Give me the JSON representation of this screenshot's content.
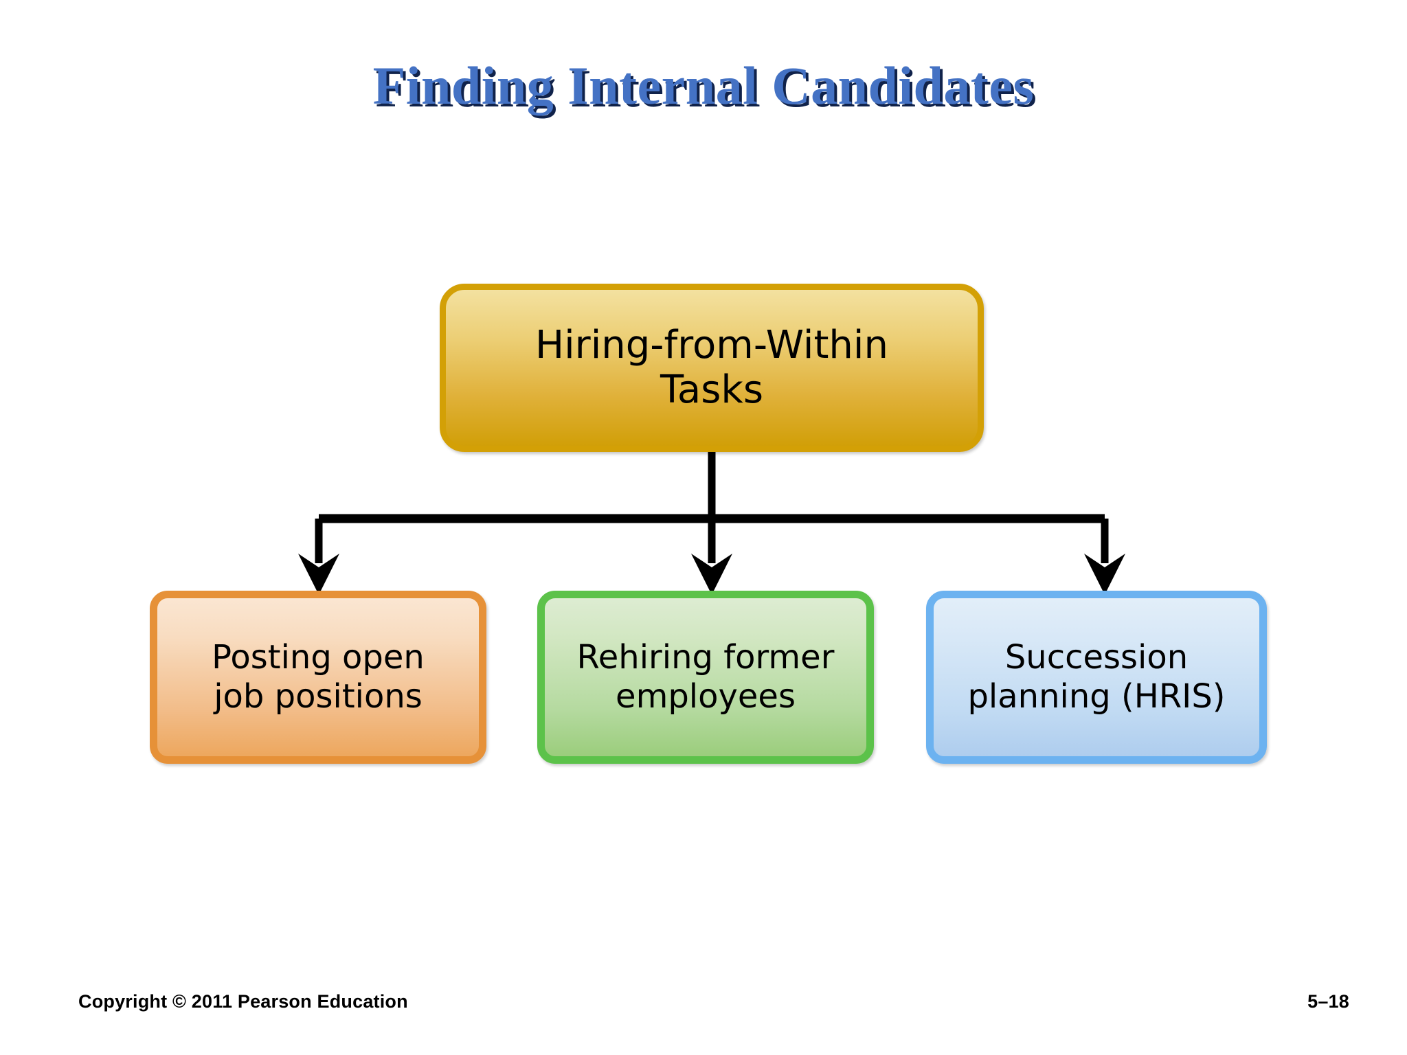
{
  "slide": {
    "title": "Finding Internal Candidates",
    "title_color": "#4472c4",
    "title_shadow_color": "#10224a",
    "background_color": "#ffffff"
  },
  "diagram": {
    "type": "hierarchy",
    "root": {
      "label": "Hiring-from-Within\nTasks",
      "fill_top": "#f3e1a0",
      "fill_bottom": "#d19f08",
      "border_color": "#d3a006"
    },
    "children": [
      {
        "label": "Posting open\njob positions",
        "fill_top": "#fbe6d2",
        "fill_bottom": "#eda75e",
        "border_color": "#e69138"
      },
      {
        "label": "Rehiring former\nemployees",
        "fill_top": "#ddecd2",
        "fill_bottom": "#9bcd7c",
        "border_color": "#5cc24a"
      },
      {
        "label": "Succession\nplanning (HRIS)",
        "fill_top": "#e2eef9",
        "fill_bottom": "#aecdee",
        "border_color": "#6cb2f0"
      }
    ],
    "connector_color": "#000000"
  },
  "footer": {
    "copyright": "Copyright © 2011 Pearson Education",
    "page_number": "5–18"
  }
}
